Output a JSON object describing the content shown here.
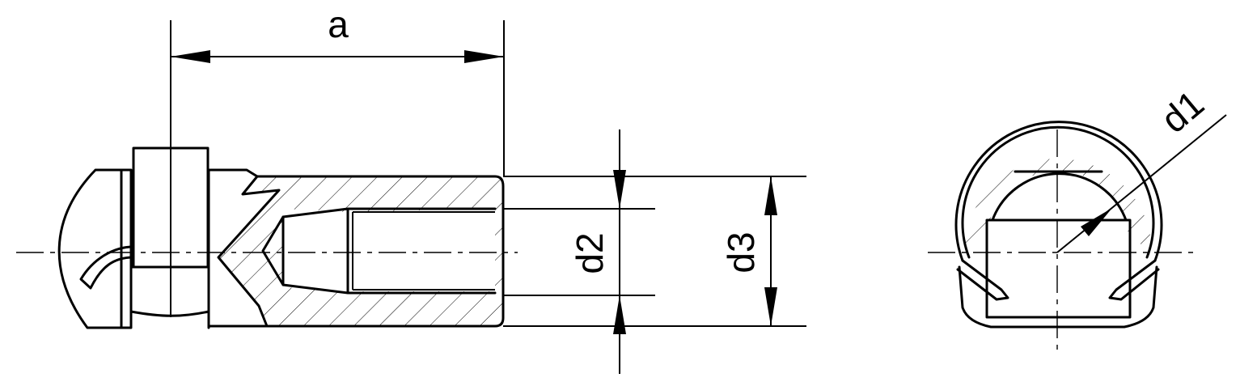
{
  "labels": {
    "a": "a",
    "d1": "d1",
    "d2": "d2",
    "d3": "d3"
  },
  "colors": {
    "line": "#000000",
    "background": "#ffffff"
  }
}
